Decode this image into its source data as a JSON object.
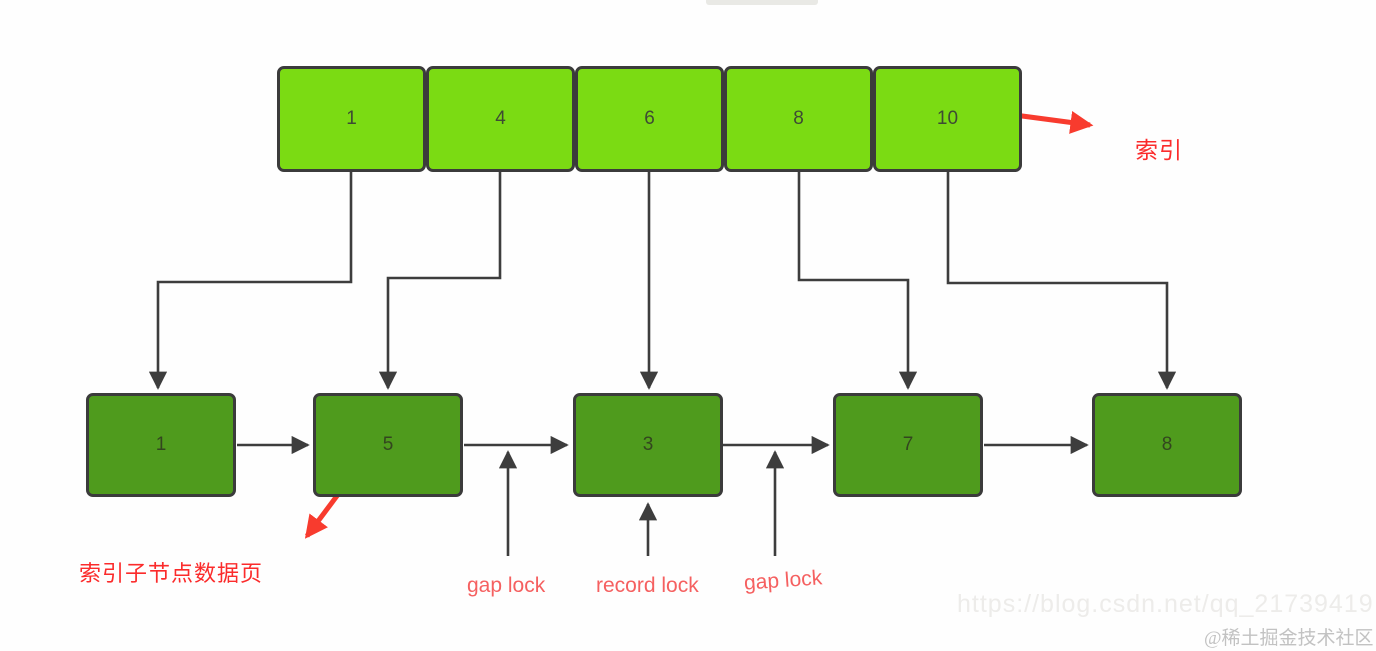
{
  "index_row": {
    "label": "索引",
    "nodes": [
      "1",
      "4",
      "6",
      "8",
      "10"
    ]
  },
  "data_row": {
    "label": "索引子节点数据页",
    "nodes": [
      "1",
      "5",
      "3",
      "7",
      "8"
    ]
  },
  "locks": {
    "gap_left": "gap lock",
    "record": "record lock",
    "gap_right": "gap lock"
  },
  "watermarks": {
    "blog_url": "https://blog.csdn.net/qq_21739419",
    "community": "@稀土掘金技术社区"
  },
  "colors": {
    "index_node_green": "#7bdb13",
    "data_node_green": "#4f9b1d",
    "node_border": "#3b3b3b",
    "connector": "#3d3d3d",
    "annotation_red": "#fb2b2b",
    "lock_label_red": "#f56060"
  }
}
